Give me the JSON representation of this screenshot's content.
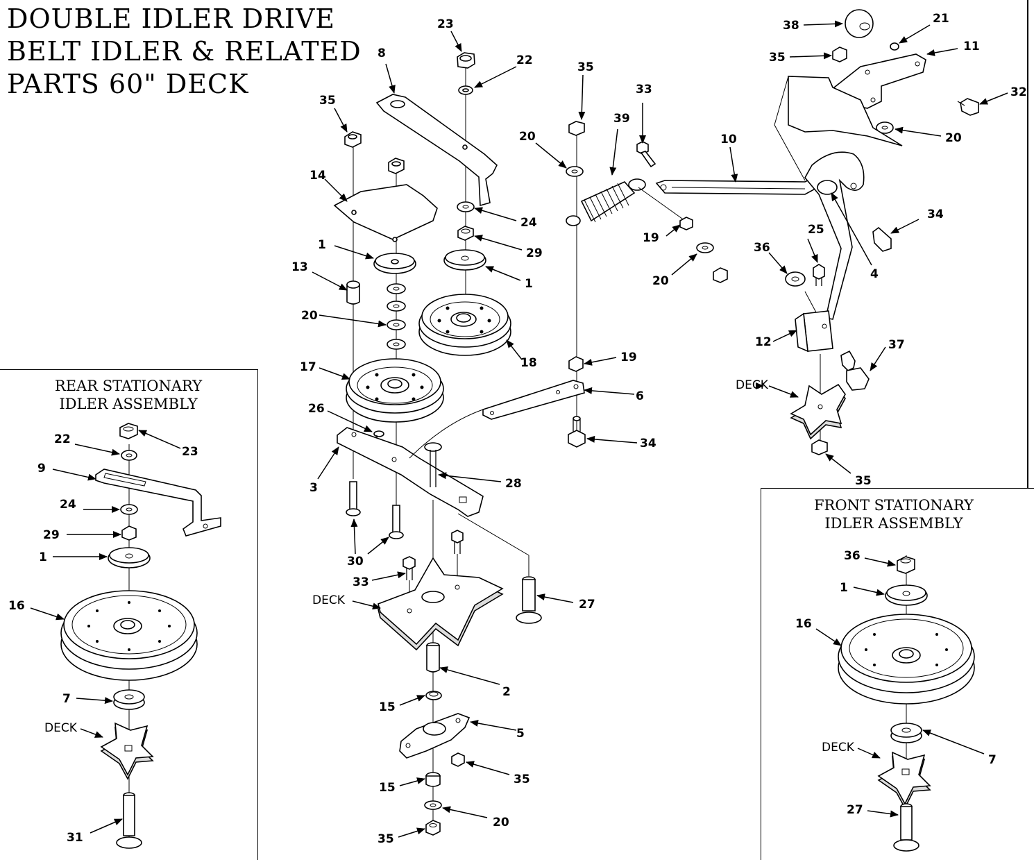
{
  "title": {
    "line1": "DOUBLE IDLER DRIVE",
    "line2": "BELT IDLER & RELATED",
    "line3": "PARTS 60\" DECK"
  },
  "rear_panel": {
    "title_line1": "REAR STATIONARY",
    "title_line2": "IDLER ASSEMBLY"
  },
  "front_panel": {
    "title_line1": "FRONT STATIONARY",
    "title_line2": "IDLER ASSEMBLY"
  },
  "deck_label": "DECK",
  "callouts": {
    "c23a": "23",
    "c22a": "22",
    "c8": "8",
    "c35a": "35",
    "c35b": "35",
    "c14": "14",
    "c24a": "24",
    "c29a": "29",
    "c1a": "1",
    "c1b": "1",
    "c13": "13",
    "c20a": "20",
    "c18": "18",
    "c17": "17",
    "c26": "26",
    "c3": "3",
    "c28": "28",
    "c30": "30",
    "c33a": "33",
    "c27a": "27",
    "c2": "2",
    "c15a": "15",
    "c5": "5",
    "c35c": "35",
    "c15b": "15",
    "c20b": "20",
    "c35d": "35",
    "c20c": "20",
    "c39": "39",
    "c33b": "33",
    "c19a": "19",
    "c20d": "20",
    "c19b": "19",
    "c6": "6",
    "c34a": "34",
    "c10": "10",
    "c38": "38",
    "c21": "21",
    "c35e": "35",
    "c11": "11",
    "c32": "32",
    "c20e": "20",
    "c34b": "34",
    "c25": "25",
    "c36a": "36",
    "c4": "4",
    "c12": "12",
    "c37": "37",
    "c35f": "35",
    "r22": "22",
    "r23": "23",
    "r9": "9",
    "r24": "24",
    "r29": "29",
    "r1": "1",
    "r16": "16",
    "r7": "7",
    "r31": "31",
    "f36": "36",
    "f1": "1",
    "f16": "16",
    "f7": "7",
    "f27": "27"
  }
}
